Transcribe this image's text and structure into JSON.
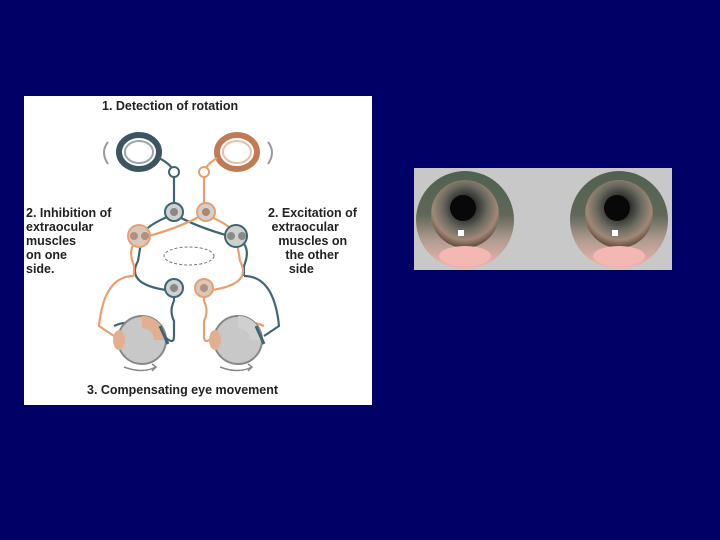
{
  "diagram": {
    "title_top": "1. Detection of rotation",
    "label_left": "2. Inhibition of\nextraocular\nmuscles\non one\nside.",
    "label_right": "2. Excitation of\n extraocular\n   muscles on\n     the other\n      side",
    "title_bottom": "3. Compensating eye movement"
  },
  "colors": {
    "background": "#000066",
    "nerve_orange": "#e8a070",
    "nerve_teal": "#3d6670"
  },
  "eyes": {
    "icon": "eye-icon"
  }
}
